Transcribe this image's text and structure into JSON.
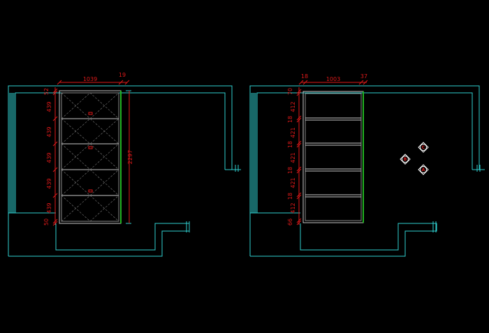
{
  "left_elevation": {
    "top_dims": {
      "width": "1039",
      "side": "19"
    },
    "height_dim": "2297",
    "left_dims": [
      "52",
      "439",
      "439",
      "439",
      "439",
      "439",
      "50"
    ]
  },
  "right_elevation": {
    "top_dims": {
      "left": "18",
      "width": "1003",
      "right": "37"
    },
    "left_dims": [
      "70",
      "412",
      "18",
      "421",
      "18",
      "421",
      "18",
      "421",
      "18",
      "412",
      "66"
    ],
    "markers": [
      "C",
      "B",
      "A"
    ]
  },
  "colors": {
    "wall": "#2fd1d1",
    "dimension": "#e01a1a",
    "cabinet": "#c8c8c8",
    "panel": "#22b422",
    "background": "#000000"
  }
}
